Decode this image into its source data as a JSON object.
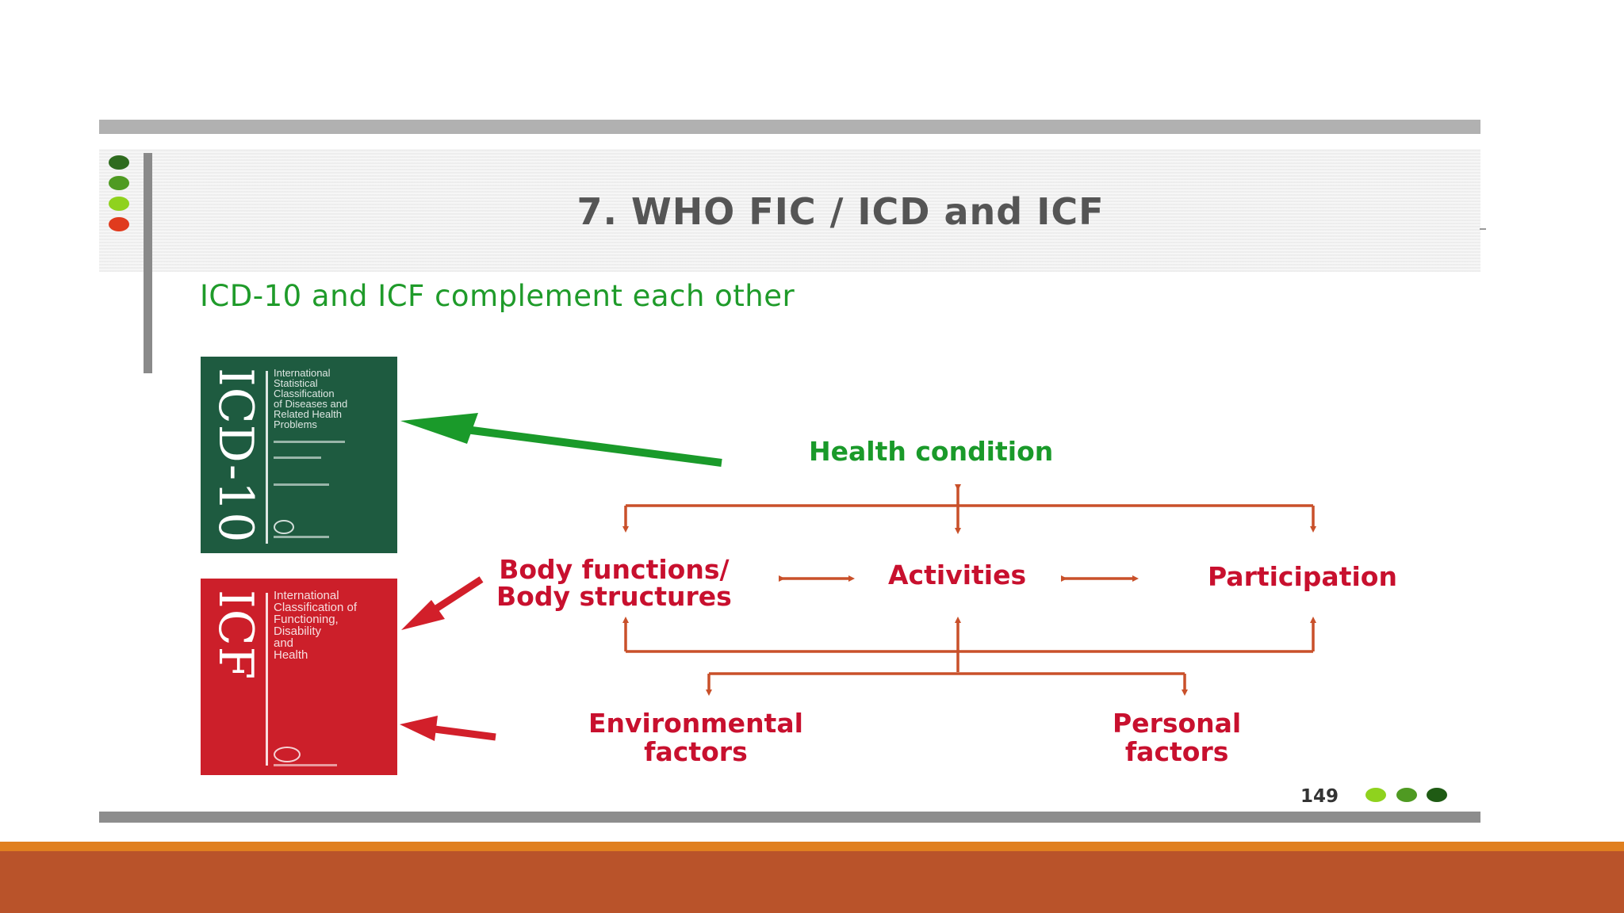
{
  "slide": {
    "title": "7. WHO FIC / ICD and ICF",
    "subtitle": "ICD-10 and ICF complement each other",
    "page_number": "149"
  },
  "books": {
    "icd": {
      "spine": "ICD-10",
      "description": "International\nStatistical\nClassification\nof Diseases and\nRelated Health\nProblems",
      "color": "#1e5b40"
    },
    "icf": {
      "spine": "ICF",
      "description": "International\nClassification of\nFunctioning,\nDisability\nand\nHealth",
      "color": "#cc1f2a"
    }
  },
  "diagram": {
    "health_condition": "Health condition",
    "body_line1": "Body functions/",
    "body_line2": "Body structures",
    "activities": "Activities",
    "participation": "Participation",
    "environmental_line1": "Environmental",
    "environmental_line2": "factors",
    "personal_line1": "Personal",
    "personal_line2": "factors"
  },
  "colors": {
    "title_gray": "#555555",
    "subtitle_green": "#1f9b2a",
    "diagram_red": "#c8102e",
    "connector_orange": "#c9502a",
    "footer": "#b9532a",
    "footer_accent": "#e07f1f",
    "dot_dark_green": "#2e6b1e",
    "dot_green": "#4f9a22",
    "dot_light_green": "#8fd21e",
    "dot_red": "#e03b1e"
  }
}
